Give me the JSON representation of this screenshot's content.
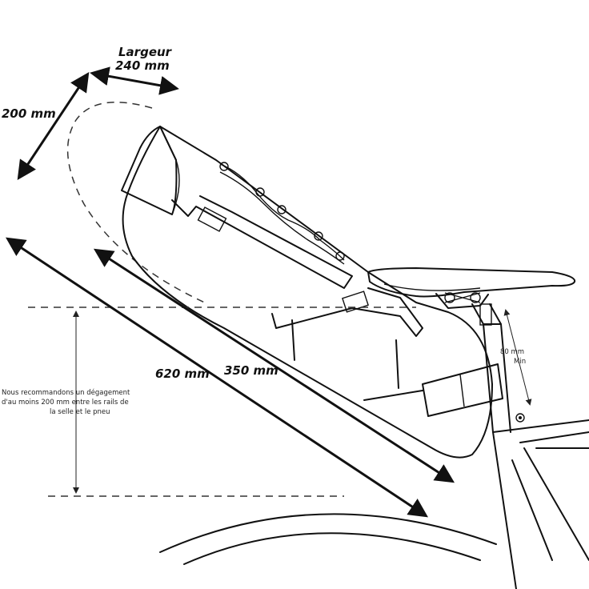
{
  "labels": {
    "largeur": "Largeur",
    "largeur_value": "240 mm",
    "height": "200 mm",
    "length_total": "620 mm",
    "length_bag": "350 mm",
    "clearance_min_value": "80 mm",
    "clearance_min_word": "Min",
    "recommendation": [
      "Nous recommandons un dégagement",
      "d'au moins 200 mm entre les rails de",
      "la selle et le pneu"
    ]
  }
}
